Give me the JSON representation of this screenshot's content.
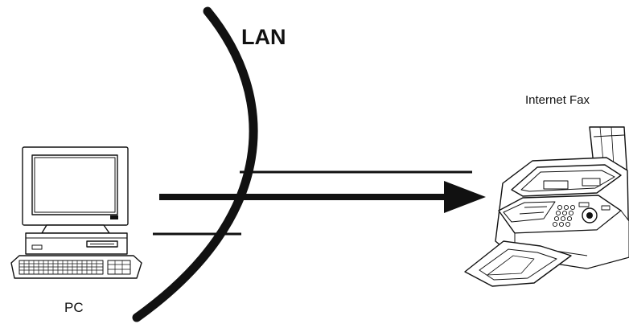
{
  "labels": {
    "lan": "LAN",
    "internet_fax": "Internet Fax",
    "pc": "PC"
  },
  "colors": {
    "ink": "#111111",
    "background": "#ffffff"
  },
  "icons": {
    "pc": "desktop-computer-icon",
    "fax": "fax-machine-icon"
  }
}
